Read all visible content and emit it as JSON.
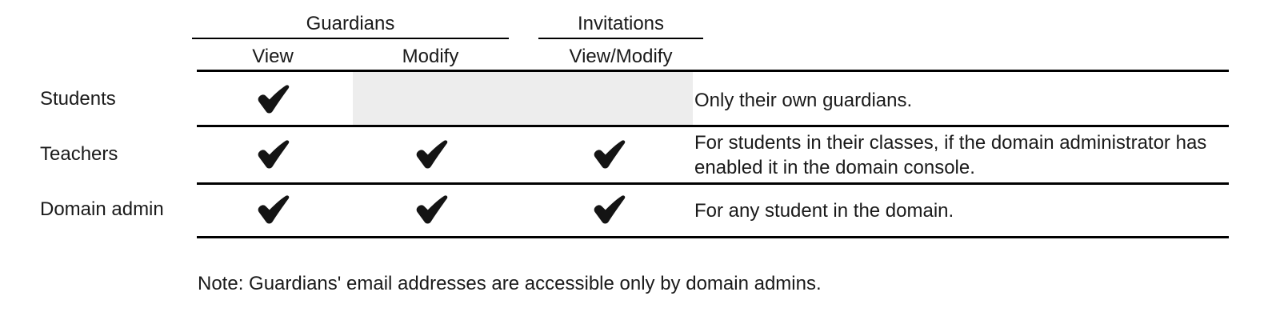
{
  "table": {
    "group_headers": [
      {
        "label": "Guardians"
      },
      {
        "label": "Invitations"
      }
    ],
    "column_headers": [
      {
        "label": "View"
      },
      {
        "label": "Modify"
      },
      {
        "label": "View/Modify"
      }
    ],
    "rows": [
      {
        "label": "Students",
        "guardians_view": "check",
        "guardians_modify": "shaded",
        "invitations_view_modify": "shaded",
        "description": "Only their own guardians."
      },
      {
        "label": "Teachers",
        "guardians_view": "check",
        "guardians_modify": "check",
        "invitations_view_modify": "check",
        "description": "For students in their classes, if the domain administrator has enabled it in the domain console."
      },
      {
        "label": "Domain admin",
        "guardians_view": "check",
        "guardians_modify": "check",
        "invitations_view_modify": "check",
        "description": "For any student in the domain."
      }
    ]
  },
  "footnote": {
    "text": "Note: Guardians' email addresses are accessible only by domain admins."
  },
  "icons": {
    "check": "heavy-check-mark"
  },
  "colors": {
    "background": "#ffffff",
    "text": "#1a1a1a",
    "rule": "#000000",
    "shaded_cell": "#ededed",
    "check": "#141414"
  }
}
